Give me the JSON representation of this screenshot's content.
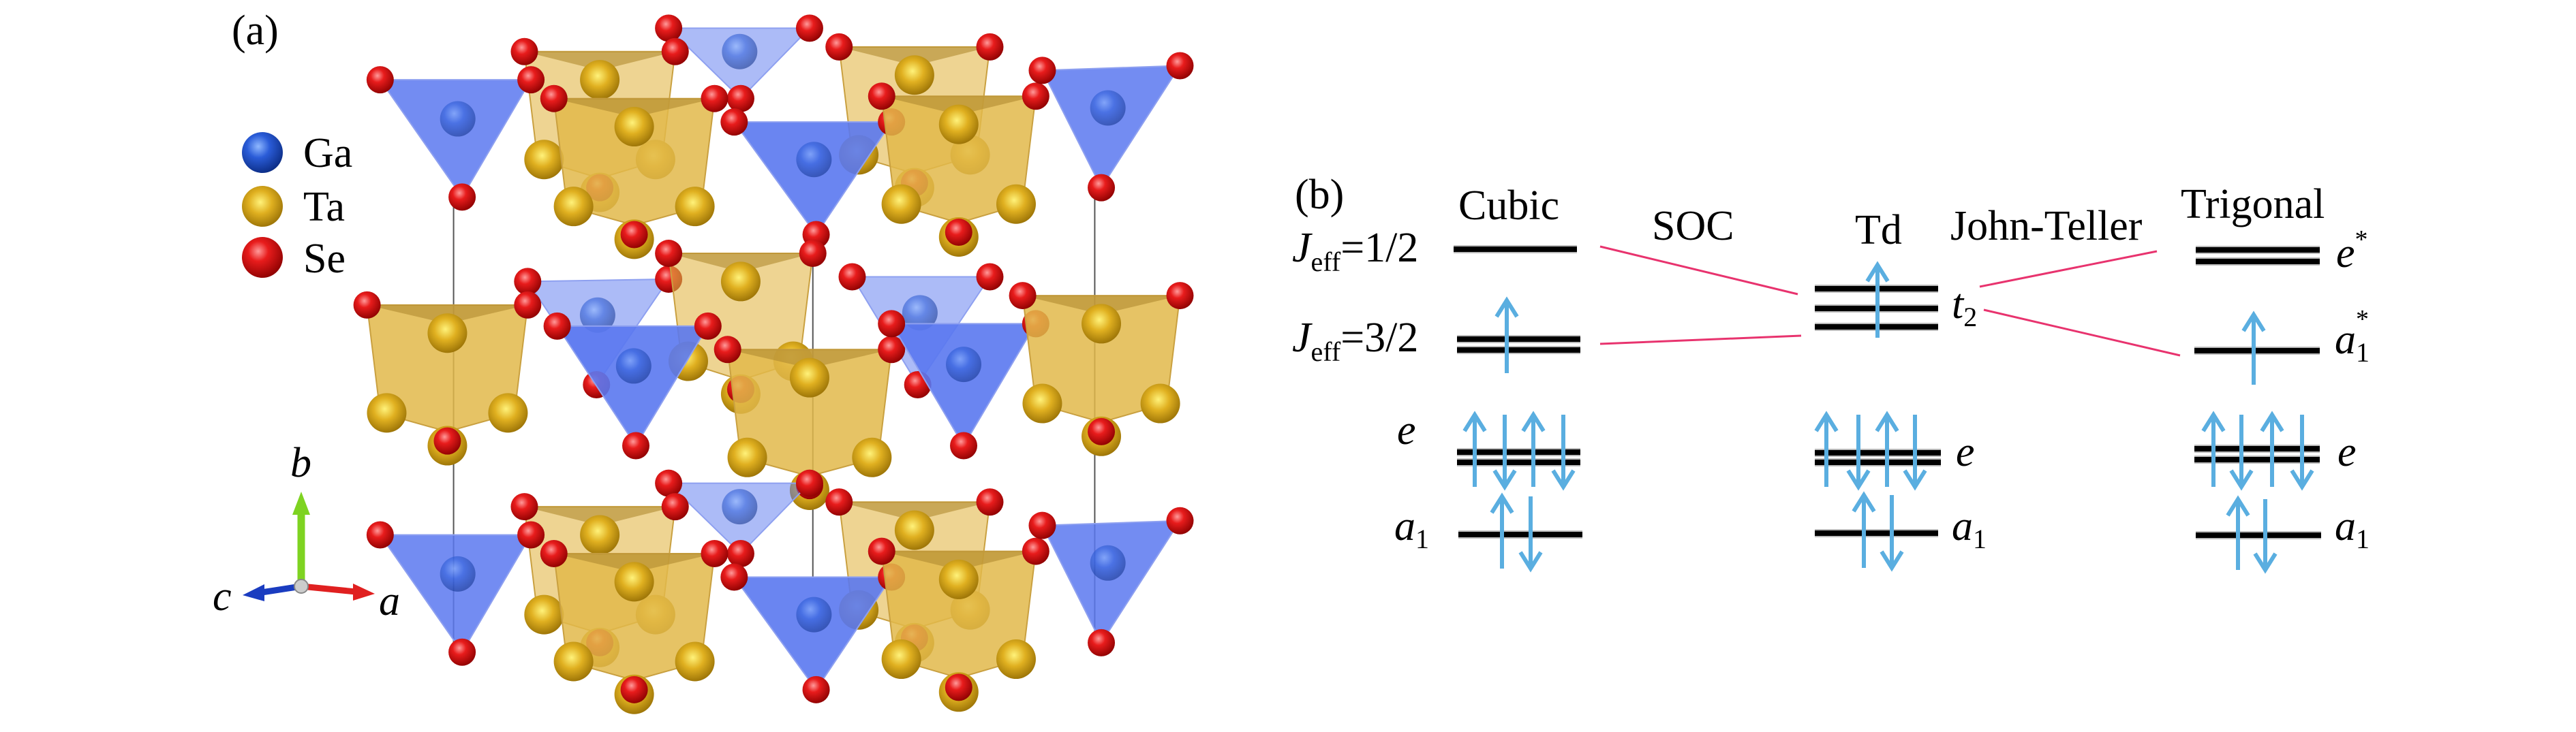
{
  "panel_a": {
    "label": "(a)",
    "legend": [
      {
        "element": "Ga",
        "color": "#2f5fd8"
      },
      {
        "element": "Ta",
        "color": "#d8a820"
      },
      {
        "element": "Se",
        "color": "#e01818"
      }
    ],
    "axes": {
      "a": "a",
      "b": "b",
      "c": "c"
    }
  },
  "panel_b": {
    "label": "(b)",
    "columns": {
      "cubic": "Cubic",
      "soc": "SOC",
      "td": "Td",
      "jt": "John-Teller",
      "trigonal": "Trigonal"
    },
    "cubic_levels": {
      "j12": {
        "J": "J",
        "sub": "eff",
        "rest": "=1/2"
      },
      "j32": {
        "J": "J",
        "sub": "eff",
        "rest": "=3/2"
      },
      "e": "e",
      "a1": {
        "main": "a",
        "sub": "1"
      }
    },
    "td_levels": {
      "t2": {
        "main": "t",
        "sub": "2"
      },
      "e": "e",
      "a1": {
        "main": "a",
        "sub": "1"
      }
    },
    "trigonal_levels": {
      "e_star": {
        "main": "e",
        "sup": "*"
      },
      "a1_star": {
        "main": "a",
        "sub": "1",
        "sup": "*"
      },
      "e": "e",
      "a1": {
        "main": "a",
        "sub": "1"
      }
    },
    "colors": {
      "level": "#000000",
      "spin_arrow": "#5aaee0",
      "correlation_line": "#e8336e"
    }
  }
}
